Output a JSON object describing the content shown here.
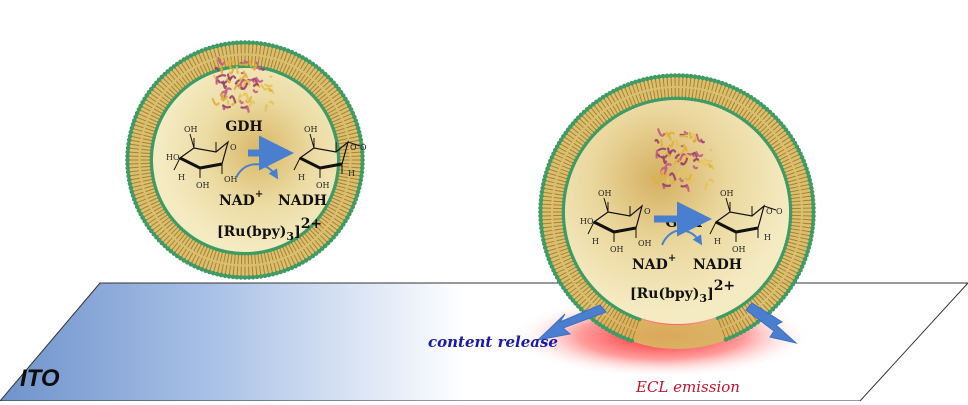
{
  "electrode": {
    "label": "ITO"
  },
  "vesicle_left": {
    "enzyme": "GDH",
    "cofactor_in": "NAD",
    "cofactor_in_charge": "+",
    "cofactor_out": "NADH",
    "complex": "[Ru(bpy)",
    "complex_sub": "3",
    "complex_close": "]",
    "complex_charge": "2+"
  },
  "vesicle_right": {
    "enzyme": "GDH",
    "cofactor_in": "NAD",
    "cofactor_in_charge": "+",
    "cofactor_out": "NADH",
    "complex": "[Ru(bpy)",
    "complex_sub": "3",
    "complex_close": "]",
    "complex_charge": "2+"
  },
  "annotations": {
    "content_release": "content release",
    "ecl_emission": "ECL emission"
  },
  "glucose_atoms": {
    "oh": "OH",
    "h": "H",
    "ho": "HO",
    "o": "O"
  },
  "colors": {
    "electrode_blue": "#7ea2d6",
    "lipid_head": "#3f9a63",
    "lipid_tail": "#c9a24a",
    "vesicle_fill": "#f1e3a8",
    "arrow_blue": "#4a7fd0",
    "release_text": "#1a1aa8",
    "ecl_text": "#c0142a",
    "ecl_glow": "#ff1a1a"
  }
}
